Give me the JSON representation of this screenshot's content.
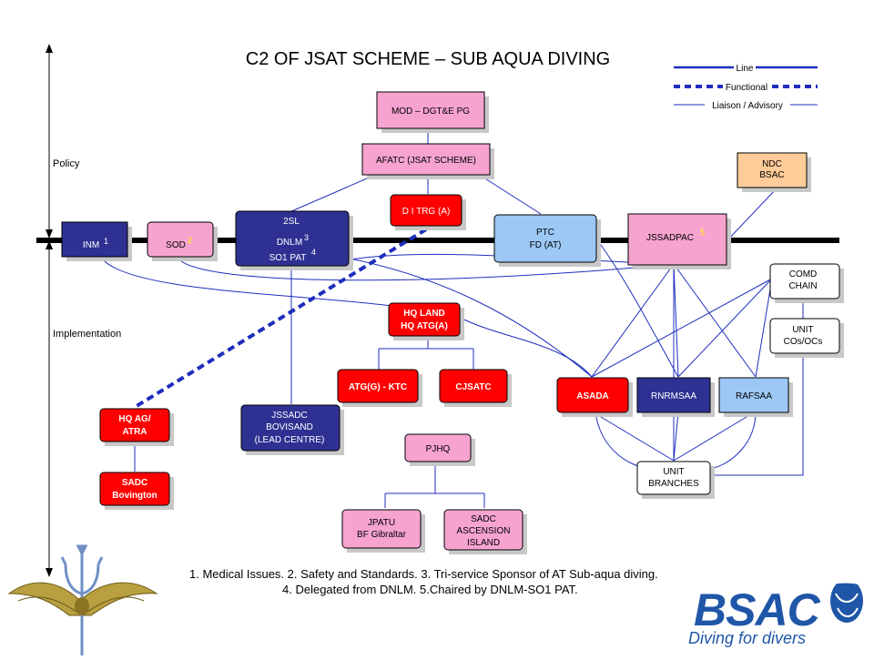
{
  "title": "C2 OF JSAT SCHEME – SUB AQUA DIVING",
  "side_labels": {
    "policy": "Policy",
    "implementation": "Implementation"
  },
  "legend": {
    "line": "Line",
    "functional": "Functional",
    "liaison": "Liaison / Advisory"
  },
  "colors": {
    "pink": "#f6a3cf",
    "red": "#ff0000",
    "navy": "#2e3192",
    "lightblue": "#9cc8f5",
    "peach": "#ffcc99",
    "white": "#ffffff",
    "line": "#1f2ebd"
  },
  "nodes": {
    "mod": {
      "l1": "MOD – DGT&E PG"
    },
    "afatc": {
      "l1": "AFATC (JSAT SCHEME)"
    },
    "ditrg": {
      "l1": "D I TRG (A)"
    },
    "inm": {
      "l1": "INM",
      "sup": "1"
    },
    "sod": {
      "l1": "SOD",
      "sup": "2"
    },
    "twosl": {
      "l1": "2SL",
      "l2": "DNLM",
      "sup2": "3",
      "l3": "SO1 PAT",
      "sup3": "4"
    },
    "ptc": {
      "l1": "PTC",
      "l2": "FD (AT)"
    },
    "jssadpac": {
      "l1": "JSSADPAC",
      "sup": "5"
    },
    "ndc": {
      "l1": "NDC",
      "l2": "BSAC"
    },
    "comd": {
      "l1": "COMD",
      "l2": "CHAIN"
    },
    "unitcos": {
      "l1": "UNIT",
      "l2": "COs/OCs"
    },
    "hqland": {
      "l1": "HQ LAND",
      "l2": "HQ ATG(A)"
    },
    "atgktc": {
      "l1": "ATG(G) - KTC"
    },
    "cjsatc": {
      "l1": "CJSATC"
    },
    "asada": {
      "l1": "ASADA"
    },
    "rnrmsaa": {
      "l1": "RNRMSAA"
    },
    "rafsaa": {
      "l1": "RAFSAA"
    },
    "hqag": {
      "l1": "HQ AG/",
      "l2": "ATRA"
    },
    "jssadc": {
      "l1": "JSSADC",
      "l2": "BOVISAND",
      "l3": "(LEAD CENTRE)"
    },
    "pjhq": {
      "l1": "PJHQ"
    },
    "unitbranches": {
      "l1": "UNIT",
      "l2": "BRANCHES"
    },
    "sadcbov": {
      "l1": "SADC",
      "l2": "Bovington"
    },
    "jpatu": {
      "l1": "JPATU",
      "l2": "BF Gibraltar"
    },
    "sadcasc": {
      "l1": "SADC",
      "l2": "ASCENSION",
      "l3": "ISLAND"
    }
  },
  "notes": {
    "line1": "1. Medical Issues.   2. Safety and Standards.   3. Tri-service Sponsor of AT Sub-aqua diving.",
    "line2": "4. Delegated from DNLM.   5.Chaired by DNLM-SO1 PAT."
  },
  "logo": {
    "brand": "BSAC",
    "tagline": "Diving for divers"
  }
}
